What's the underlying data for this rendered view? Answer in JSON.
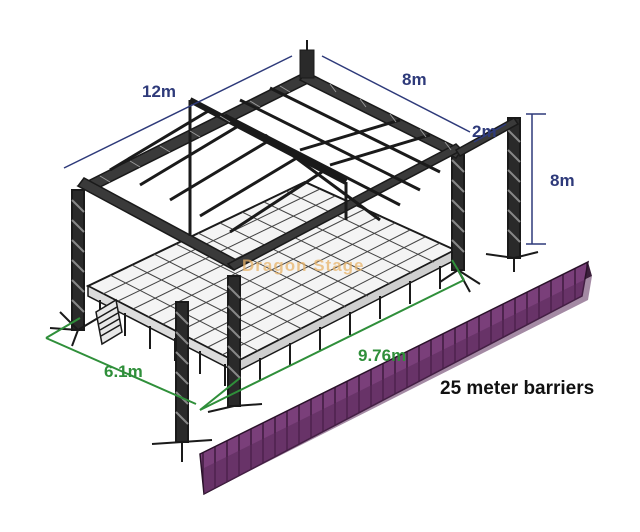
{
  "dimensions": {
    "roof_width": "12m",
    "roof_depth": "8m",
    "roof_overhang": "2m",
    "tower_height": "8m",
    "stage_depth": "6.1m",
    "stage_width": "9.76m"
  },
  "watermark": "Dragon Stage",
  "barrier_caption": "25 meter barriers",
  "colors": {
    "truss": "#1a1a1a",
    "dimension_navy": "#2e3a7a",
    "dimension_green": "#2f8f3a",
    "barrier_fill": "#7a3f7a",
    "watermark": "#e9b46a"
  }
}
